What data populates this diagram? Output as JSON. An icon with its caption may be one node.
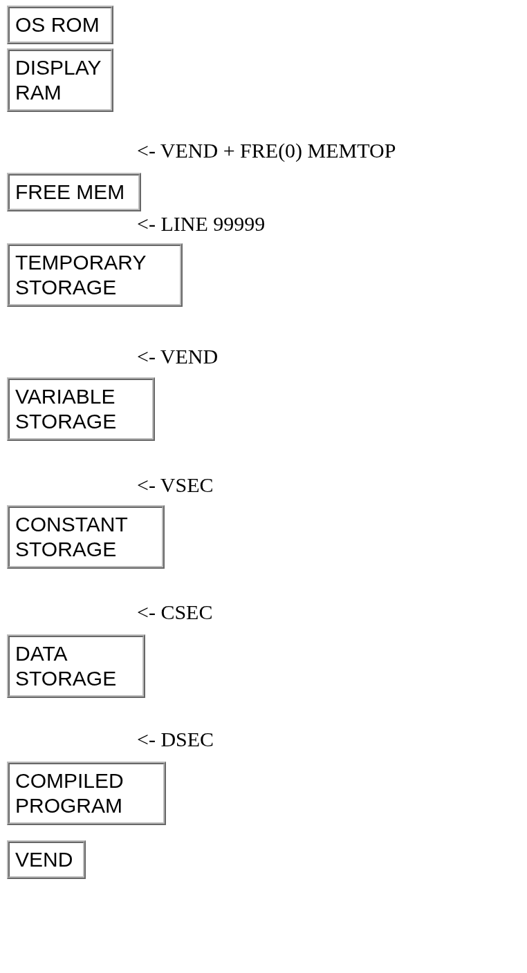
{
  "diagram": {
    "nodes": [
      {
        "text": [
          "OS ROM"
        ]
      },
      {
        "text": [
          "DISPLAY RAM"
        ]
      },
      {
        "text": [
          "FREE MEM"
        ]
      },
      {
        "text": [
          "TEMPORARY STORAGE"
        ]
      },
      {
        "text": [
          "VARIABLE STORAGE"
        ]
      },
      {
        "text": [
          "CONSTANT STORAGE"
        ]
      },
      {
        "text": [
          "DATA STORAGE"
        ]
      },
      {
        "text": [
          "COMPILED PROGRAM"
        ]
      },
      {
        "text": [
          "VEND"
        ]
      }
    ],
    "labels": [
      "<- VEND + FRE(0) MEMTOP",
      "<- LINE 99999",
      "<- VEND",
      "<- VSEC",
      "<- CSEC",
      "<- DSEC"
    ]
  }
}
